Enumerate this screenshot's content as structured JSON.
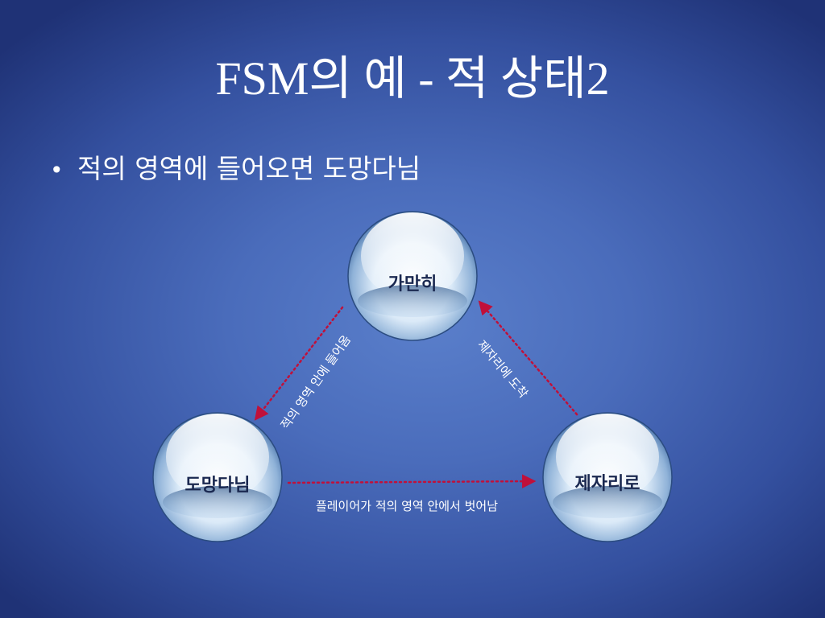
{
  "slide": {
    "title": "FSM의 예 - 적 상태2",
    "bullet": "적의 영역에 들어오면 도망다님"
  },
  "diagram": {
    "nodes": {
      "idle": "가만히",
      "flee": "도망다님",
      "return": "제자리로"
    },
    "edges": {
      "idle_to_flee": "적의 영역 안에 들어옴",
      "return_to_idle": "제자리에 도착",
      "flee_to_return": "플레이어가 적의 영역 안에서 벗어남"
    },
    "colors": {
      "arrow": "#c0103a",
      "label_text": "#1a2850"
    }
  }
}
